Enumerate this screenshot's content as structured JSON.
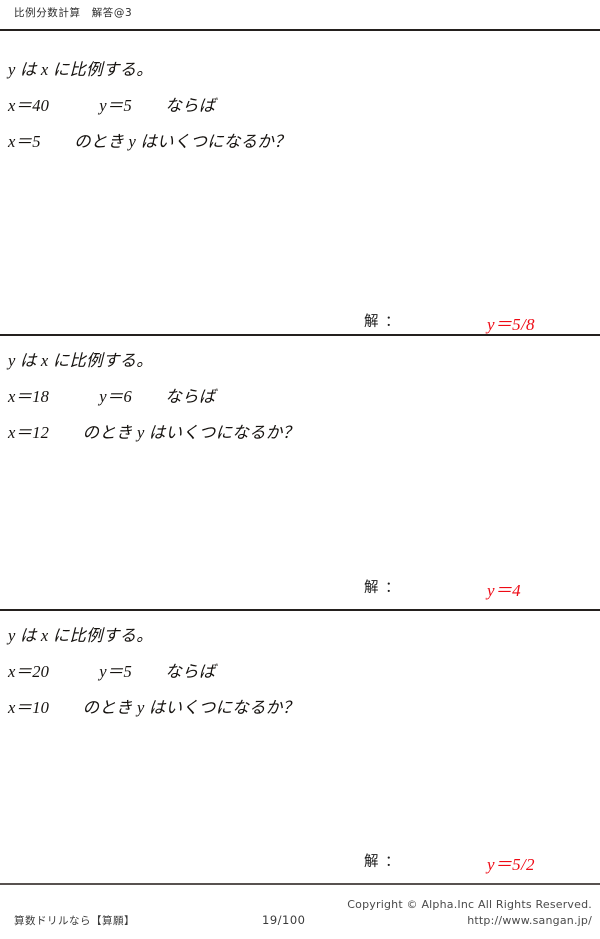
{
  "header": {
    "title": "比例分数計算　解答@3"
  },
  "problems": [
    {
      "line1": "y は x に比例する。",
      "line2": "x＝40　　　y＝5　　ならば",
      "line3": "x＝5　　のとき y はいくつになるか？",
      "answer_label": "解 ：",
      "answer_value": "y＝5/8"
    },
    {
      "line1": "y は x に比例する。",
      "line2": "x＝18　　　y＝6　　ならば",
      "line3": "x＝12　　のとき y はいくつになるか？",
      "answer_label": "解 ：",
      "answer_value": "y＝4"
    },
    {
      "line1": "y は x に比例する。",
      "line2": "x＝20　　　y＝5　　ならば",
      "line3": "x＝10　　のとき y はいくつになるか？",
      "answer_label": "解 ：",
      "answer_value": "y＝5/2"
    }
  ],
  "footer": {
    "brand": "算数ドリルなら【算願】",
    "page": "19/100",
    "copyright": "Copyright ©  Alpha.Inc All Rights Reserved.",
    "url": "http://www.sangan.jp/"
  },
  "colors": {
    "answer_red": "#ee0a15",
    "rule_dark": "#24201e",
    "rule_gray": "#585250",
    "text": "#15120f"
  }
}
